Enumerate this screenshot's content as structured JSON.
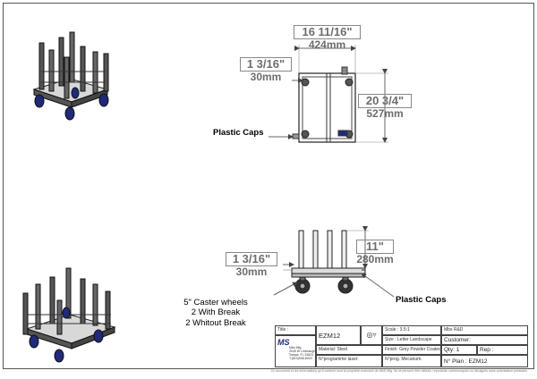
{
  "top_view": {
    "width_in": "16 11/16\"",
    "width_mm": "424mm",
    "offset_in": "1 3/16\"",
    "offset_mm": "30mm",
    "depth_in": "20 3/4\"",
    "depth_mm": "527mm",
    "plastic_caps": "Plastic Caps"
  },
  "side_view": {
    "offset_in": "1 3/16\"",
    "offset_mm": "30mm",
    "height_in": "11\"",
    "height_mm": "280mm",
    "plastic_caps": "Plastic Caps",
    "caster_line1": "5\" Caster wheels",
    "caster_line2": "2 With Break",
    "caster_line3": "2 Whitout Break"
  },
  "title_block": {
    "title_label": "Title :",
    "title_value": "EZM12",
    "scale": "Scale : 3.5:1",
    "size": "Size : Letter Landscape",
    "company": "Mbs R&D",
    "customer_label": "Customer:",
    "material": "Material: Steel",
    "finish": "Finish: Grey Powder Coated",
    "qty_label": "Qty: 1",
    "rep_label": "Rep :",
    "prog_laser": "N°programme laser:",
    "prog_mecanum": "N°prog. Mecanum.",
    "plan_no": "N° Plan : EZM12",
    "logo_text": "MS",
    "address1": "Mbs Mfg",
    "address2": "3045 W Linebaugh",
    "address3": "Tampa, FL 33624",
    "address4": "T:(813)908-8020"
  },
  "footer": "Ce document et les informations qu'il contient sont la propriété exclusive de MbS Mfg. Ils ne peuvent être utilisés, reproduits, communiqués ou divulgués sans autorisation préalable."
}
